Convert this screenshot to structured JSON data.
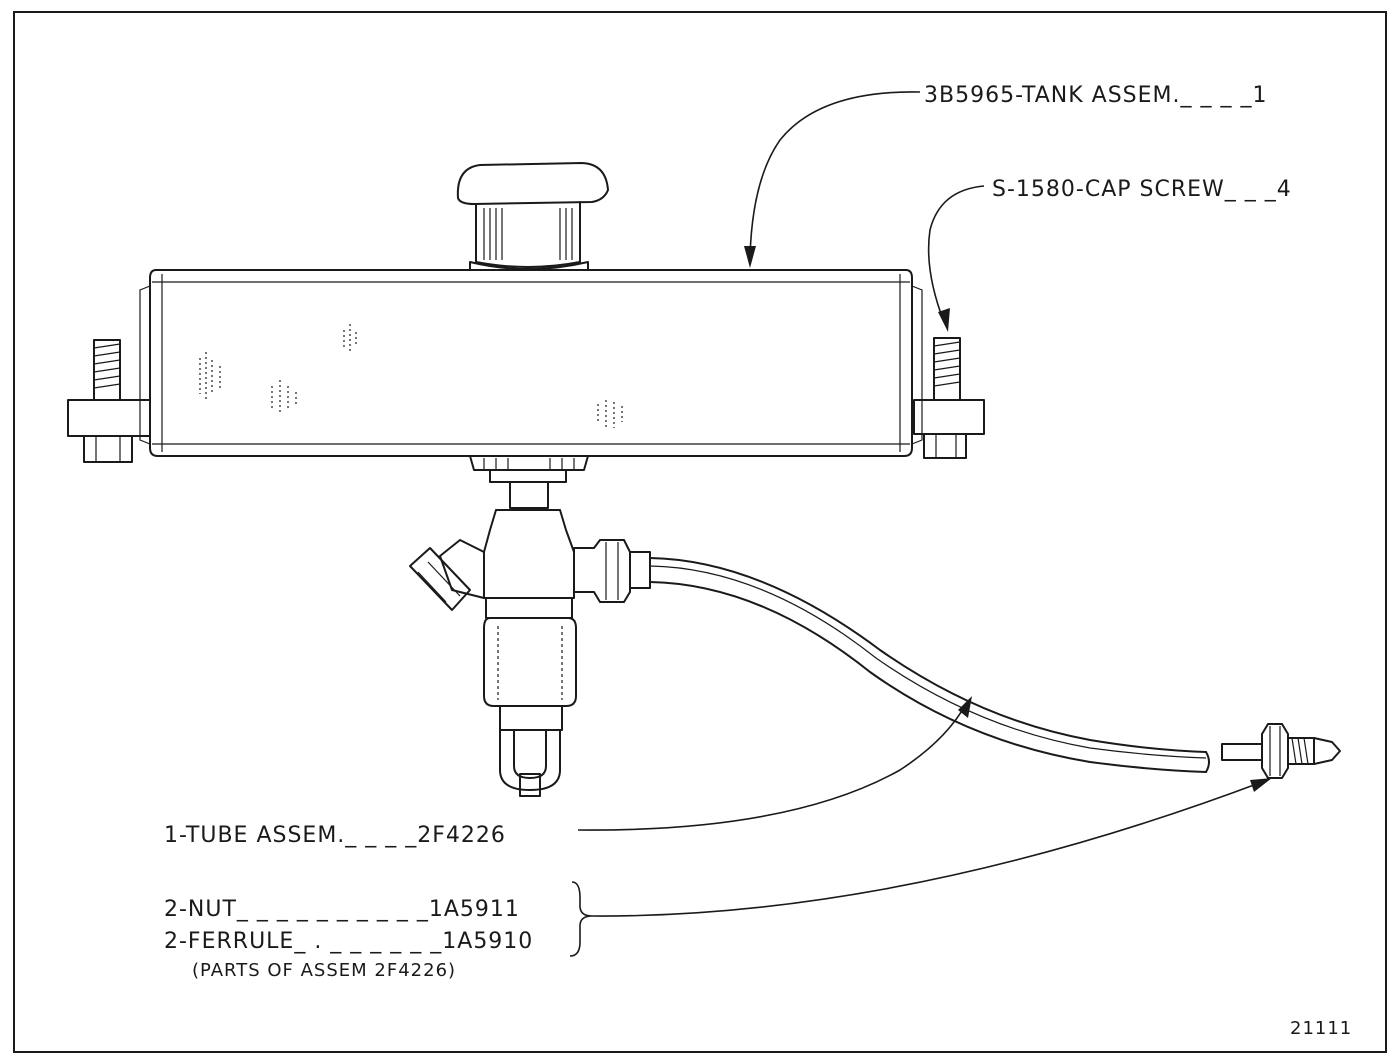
{
  "labels": {
    "tank_assembly": "3B5965-TANK ASSEM._ _ _ _1",
    "cap_screw": "S-1580-CAP SCREW_ _ _4",
    "tube_assembly": "1-TUBE ASSEM._ _ _ _2F4226",
    "nut": "2-NUT_ _ _ _ _ _ _ _ _ _1A5911",
    "ferrule": "2-FERRULE_ . _ _ _ _ _ _1A5910",
    "parts_note": "(PARTS OF ASSEM 2F4226)"
  },
  "figure_number": "21111"
}
